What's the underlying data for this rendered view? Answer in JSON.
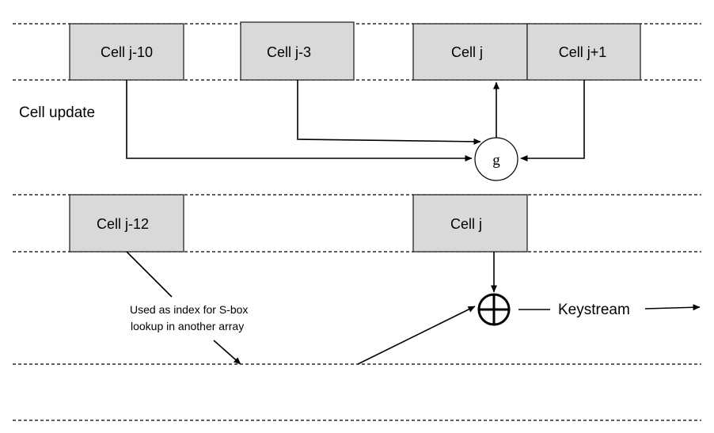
{
  "top_section": {
    "label": "Cell update",
    "cells": [
      "Cell j-10",
      "Cell j-3",
      "Cell j",
      "Cell j+1"
    ],
    "function_node": "g"
  },
  "bottom_section": {
    "cells": [
      "Cell j-12",
      "Cell j"
    ],
    "note_lines": [
      "Used as index for S-box",
      "lookup in another array"
    ],
    "output_label": "Keystream"
  }
}
